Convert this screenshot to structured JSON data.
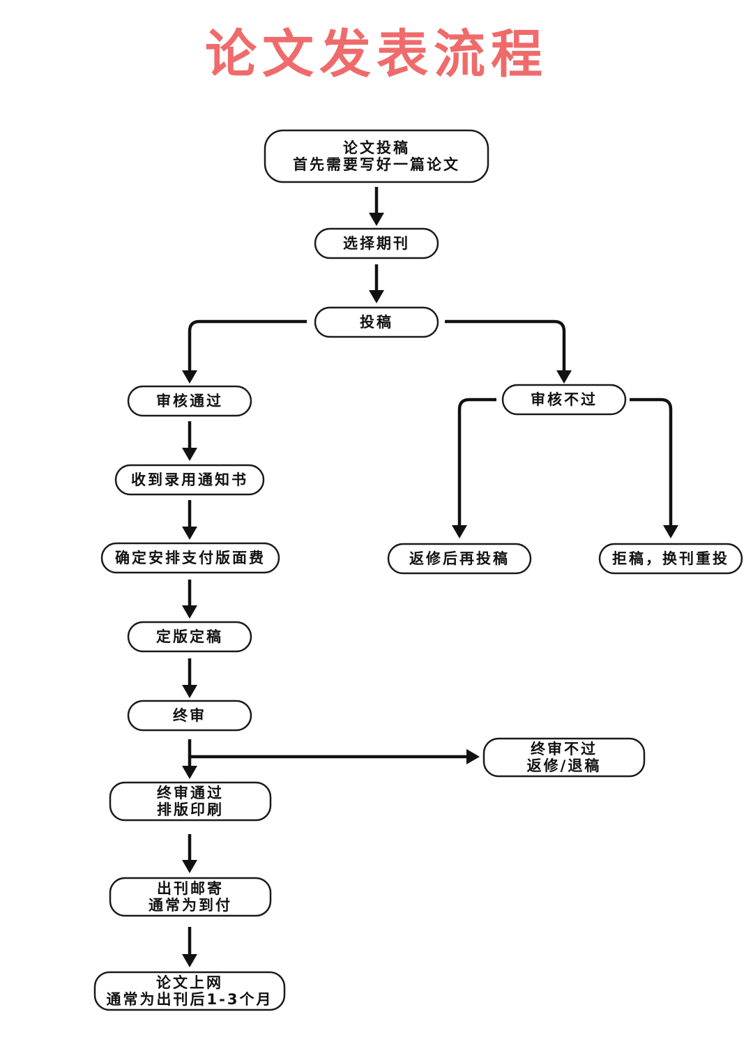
{
  "title": "论文发表流程",
  "colors": {
    "title": "#ef6b6b",
    "line": "#111111",
    "box_border": "#1a1a1a"
  },
  "nodes": {
    "submit_paper": {
      "lines": [
        "论文投稿",
        "首先需要写好一篇论文"
      ]
    },
    "choose_journal": {
      "lines": [
        "选择期刊"
      ]
    },
    "submit": {
      "lines": [
        "投稿"
      ]
    },
    "review_pass": {
      "lines": [
        "审核通过"
      ]
    },
    "review_fail": {
      "lines": [
        "审核不过"
      ]
    },
    "acceptance_notice": {
      "lines": [
        "收到录用通知书"
      ]
    },
    "arrange_fee": {
      "lines": [
        "确定安排支付版面费"
      ]
    },
    "revise_resubmit": {
      "lines": [
        "返修后再投稿"
      ]
    },
    "reject_switch": {
      "lines": [
        "拒稿，换刊重投"
      ]
    },
    "finalize": {
      "lines": [
        "定版定稿"
      ]
    },
    "final_review": {
      "lines": [
        "终审"
      ]
    },
    "final_fail": {
      "lines": [
        "终审不过",
        "返修/退稿"
      ]
    },
    "final_pass": {
      "lines": [
        "终审通过",
        "排版印刷"
      ]
    },
    "publish_mail": {
      "lines": [
        "出刊邮寄",
        "通常为到付"
      ]
    },
    "online": {
      "lines": [
        "论文上网",
        "通常为出刊后1-3个月"
      ]
    }
  },
  "edges": [
    {
      "from": "submit_paper",
      "to": "choose_journal"
    },
    {
      "from": "choose_journal",
      "to": "submit"
    },
    {
      "from": "submit",
      "to": "review_pass"
    },
    {
      "from": "submit",
      "to": "review_fail"
    },
    {
      "from": "review_pass",
      "to": "acceptance_notice"
    },
    {
      "from": "acceptance_notice",
      "to": "arrange_fee"
    },
    {
      "from": "arrange_fee",
      "to": "finalize"
    },
    {
      "from": "finalize",
      "to": "final_review"
    },
    {
      "from": "final_review",
      "to": "final_pass"
    },
    {
      "from": "final_review",
      "to": "final_fail"
    },
    {
      "from": "final_pass",
      "to": "publish_mail"
    },
    {
      "from": "publish_mail",
      "to": "online"
    },
    {
      "from": "review_fail",
      "to": "revise_resubmit"
    },
    {
      "from": "review_fail",
      "to": "reject_switch"
    }
  ]
}
